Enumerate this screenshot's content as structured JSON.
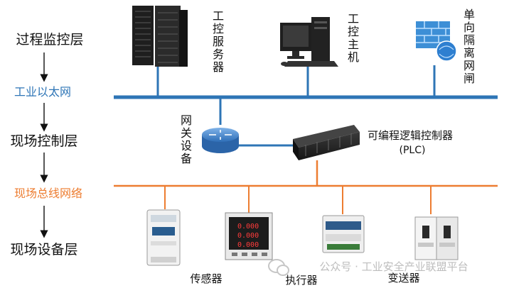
{
  "layers": {
    "process_monitoring": "过程监控层",
    "industrial_ethernet": "工业以太网",
    "field_control": "现场控制层",
    "fieldbus": "现场总线网络",
    "field_device": "现场设备层"
  },
  "devices": {
    "server": [
      "工",
      "控",
      "服",
      "务",
      "器"
    ],
    "host": [
      "工",
      "控",
      "主",
      "机"
    ],
    "isolation": [
      "单",
      "向",
      "隔",
      "离",
      "网",
      "闸"
    ],
    "gateway": [
      "网",
      "关",
      "设",
      "备"
    ],
    "plc_name": "可编程逻辑控制器",
    "plc_abbr": "(PLC)",
    "sensor": "传感器",
    "actuator": "执行器",
    "transmitter": "变送器"
  },
  "watermark": "公众号 · 工业安全产业联盟平台",
  "colors": {
    "ethernet_bus": "#2e75b6",
    "fieldbus": "#ed7d31",
    "ethernet_label": "#2e75b6",
    "fieldbus_label": "#ed7d31"
  },
  "icons": {
    "server": "server-rack-icon",
    "host": "desktop-computer-icon",
    "isolation": "firewall-icon",
    "gateway": "router-icon",
    "plc": "plc-box-icon",
    "sensor": "energy-meter-icon",
    "actuator": "panel-meter-icon",
    "transmitter": "transmitter-module-icon",
    "breaker": "circuit-breaker-icon",
    "watermark": "wechat-icon"
  }
}
